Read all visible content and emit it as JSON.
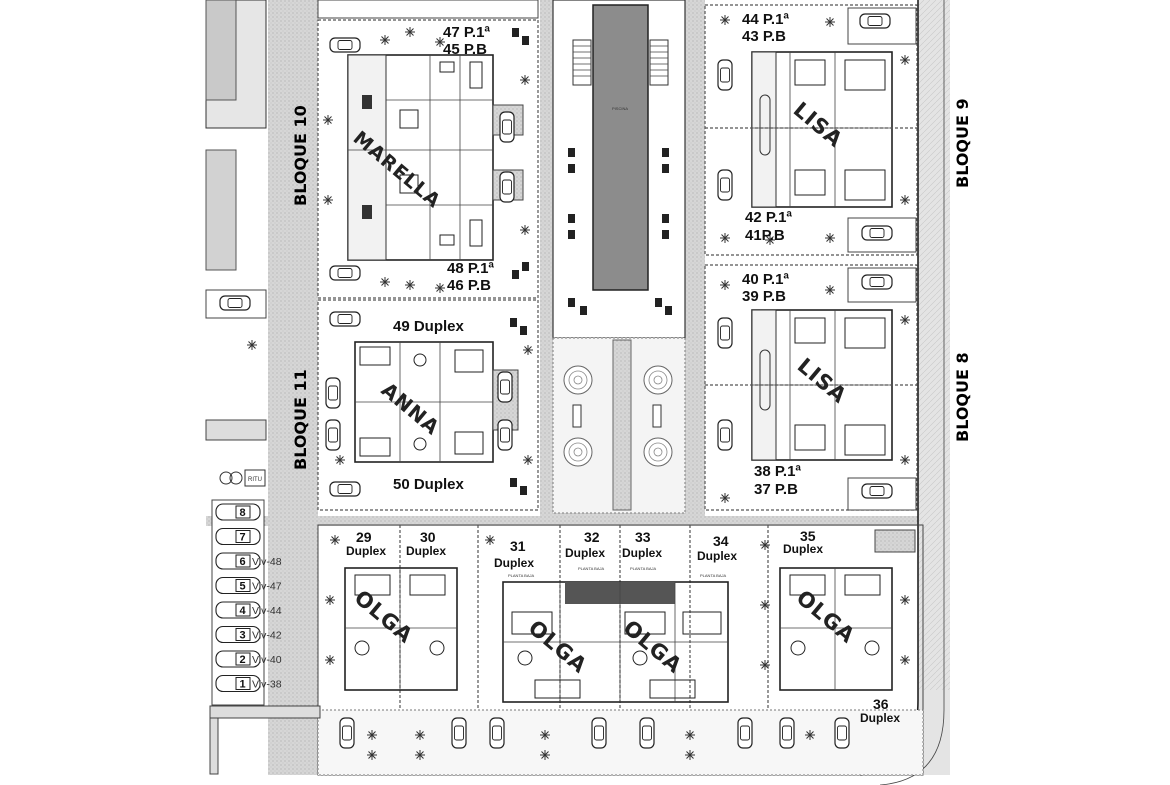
{
  "blocks": {
    "bloque_10": "BLOQUE 10",
    "bloque_11": "BLOQUE 11",
    "bloque_9": "BLOQUE 9",
    "bloque_8": "BLOQUE 8"
  },
  "models": {
    "marella": "MARELLA",
    "anna": "ANNA",
    "lisa_top": "LISA",
    "lisa_bottom": "LISA",
    "olga_1": "OLGA",
    "olga_2": "OLGA",
    "olga_3": "OLGA",
    "olga_4": "OLGA"
  },
  "units": {
    "u47": "47 P.1ª",
    "u45": "45 P.B",
    "u48": "48 P.1ª",
    "u46": "46 P.B",
    "u49": "49 Duplex",
    "u50": "50 Duplex",
    "u44": "44 P.1ª",
    "u43": "43 P.B",
    "u42": "42 P.1ª",
    "u41": "41P.B",
    "u40": "40 P.1ª",
    "u39": "39 P.B",
    "u38": "38 P.1ª",
    "u37": "37 P.B",
    "u29_num": "29",
    "u29_type": "Duplex",
    "u30_num": "30",
    "u30_type": "Duplex",
    "u31_num": "31",
    "u31_type": "Duplex",
    "u32_num": "32",
    "u32_type": "Duplex",
    "u33_num": "33",
    "u33_type": "Duplex",
    "u34_num": "34",
    "u34_type": "Duplex",
    "u35_num": "35",
    "u35_type": "Duplex",
    "u36_num": "36",
    "u36_type": "Duplex"
  },
  "amenities": {
    "pool": "PISCINA",
    "ritu": "RITU",
    "planta_baja": "PLANTA BAJA"
  },
  "parking": [
    {
      "num": "8",
      "viv": ""
    },
    {
      "num": "7",
      "viv": ""
    },
    {
      "num": "6",
      "viv": "Viv-48"
    },
    {
      "num": "5",
      "viv": "Viv-47"
    },
    {
      "num": "4",
      "viv": "Viv-44"
    },
    {
      "num": "3",
      "viv": "Viv-42"
    },
    {
      "num": "2",
      "viv": "Viv-40"
    },
    {
      "num": "1",
      "viv": "Viv-38"
    }
  ],
  "colors": {
    "paving": "#d9d9d9",
    "pool_water": "#8c8c8c",
    "ink": "#111111",
    "dark_fill": "#3a3a3a"
  }
}
